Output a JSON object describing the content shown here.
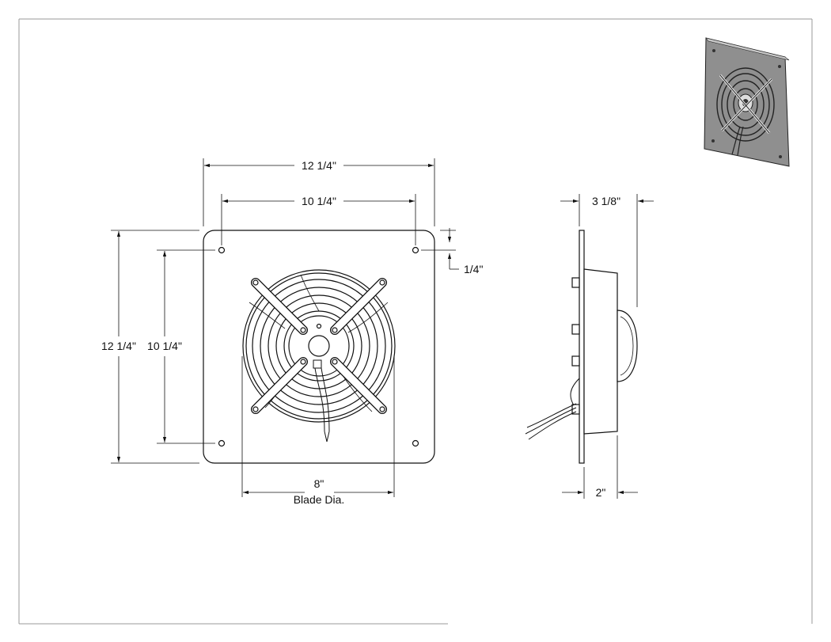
{
  "front_view": {
    "overall_width": "12 1/4\"",
    "hole_spacing_width": "10 1/4\"",
    "overall_height": "12 1/4\"",
    "hole_spacing_height": "10 1/4\"",
    "hole_inset": "1/4\"",
    "blade_diameter_value": "8\"",
    "blade_diameter_label": "Blade Dia."
  },
  "side_view": {
    "overall_depth": "3 1/8\"",
    "flange_to_motor": "2\""
  },
  "colors": {
    "line": "#111111",
    "thumbnail_plate": "#8f8f8f"
  },
  "icons": {
    "thumbnail": "fan-isometric-icon"
  }
}
